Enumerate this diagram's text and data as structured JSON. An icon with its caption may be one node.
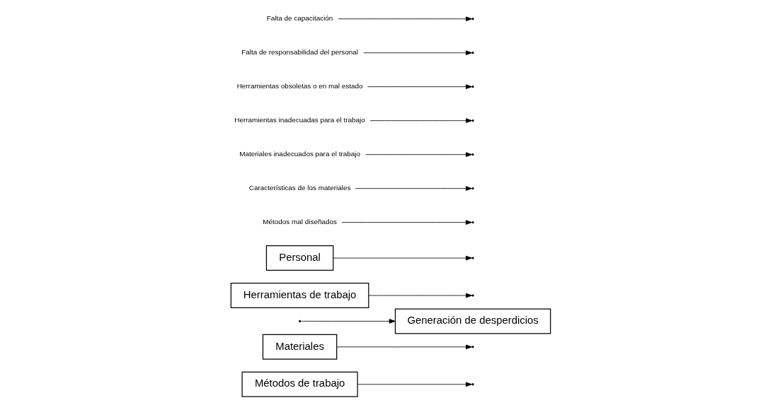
{
  "diagram": {
    "nodes": [
      {
        "text": [
          "Métodos de trabajo"
        ]
      },
      {
        "text": [
          "Materiales"
        ]
      },
      {
        "text": [
          "Generación de desperdicios"
        ]
      },
      {
        "text": [
          "Herramientas de trabajo"
        ]
      },
      {
        "text": [
          "Personal"
        ]
      },
      {
        "text": [
          "Métodos mal diseñados"
        ]
      },
      {
        "text": [
          "Características de los materiales"
        ]
      },
      {
        "text": [
          "Materiales inadecuados para el trabajo"
        ]
      },
      {
        "text": [
          "Herramientas inadecuadas para el trabajo"
        ]
      },
      {
        "text": [
          "Herramientas obsoletas o en mal estado"
        ]
      },
      {
        "text": [
          "Falta de responsabilidad del personal"
        ]
      },
      {
        "text": [
          "Falta de capacitación"
        ]
      }
    ],
    "edges": [
      {
        "from": null,
        "to": 2,
        "arrow": "to"
      },
      {
        "from": 0,
        "to": null,
        "arrow": "to"
      },
      {
        "from": 1,
        "to": null,
        "arrow": "to"
      },
      {
        "from": 3,
        "to": null,
        "arrow": "to"
      },
      {
        "from": 4,
        "to": null,
        "arrow": "to"
      },
      {
        "from": 5,
        "to": null,
        "arrow": "to"
      },
      {
        "from": 6,
        "to": null,
        "arrow": "to"
      },
      {
        "from": 7,
        "to": null,
        "arrow": "to"
      },
      {
        "from": 8,
        "to": null,
        "arrow": "to"
      },
      {
        "from": 9,
        "to": null,
        "arrow": "to"
      },
      {
        "from": 10,
        "to": null,
        "arrow": "to"
      },
      {
        "from": 11,
        "to": null,
        "arrow": "to"
      }
    ]
  }
}
